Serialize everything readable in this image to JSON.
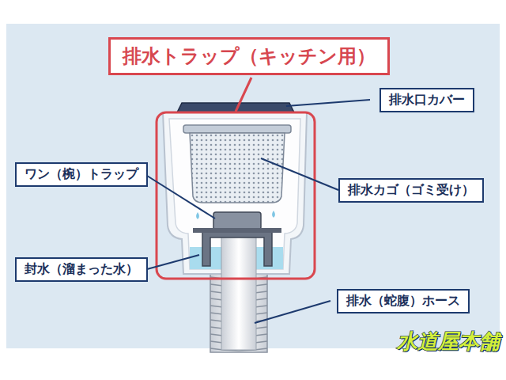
{
  "diagram": {
    "nodes": [
      {
        "text": [
          "排水トラップ（キッチン用）"
        ]
      },
      {
        "text": [
          "排水口カバー"
        ]
      },
      {
        "text": [
          "ワン（椀）トラップ"
        ]
      },
      {
        "text": [
          "排水カゴ（ゴミ受け）"
        ]
      },
      {
        "text": [
          "封水（溜まった水）"
        ]
      },
      {
        "text": [
          "排水（蛇腹）ホース"
        ]
      }
    ],
    "labels": [
      "水道屋本舗"
    ]
  }
}
